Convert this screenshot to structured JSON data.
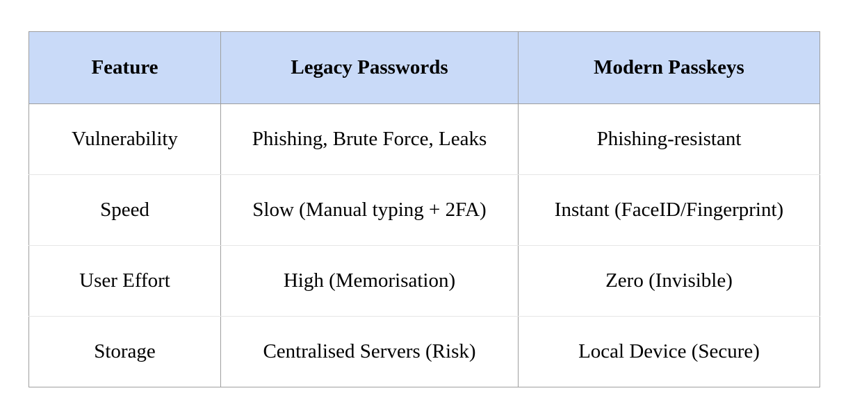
{
  "table": {
    "headers": [
      "Feature",
      "Legacy Passwords",
      "Modern Passkeys"
    ],
    "rows": [
      [
        "Vulnerability",
        "Phishing, Brute Force, Leaks",
        "Phishing-resistant"
      ],
      [
        "Speed",
        "Slow (Manual typing + 2FA)",
        "Instant (FaceID/Fingerprint)"
      ],
      [
        "User Effort",
        "High (Memorisation)",
        "Zero (Invisible)"
      ],
      [
        "Storage",
        "Centralised Servers (Risk)",
        "Local Device (Secure)"
      ]
    ],
    "colors": {
      "header_bg": "#c9daf8",
      "outer_border": "#9e9e9e",
      "row_divider": "#e6e6e6"
    }
  }
}
